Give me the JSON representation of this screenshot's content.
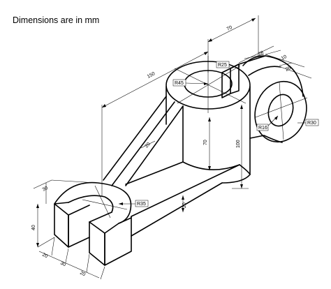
{
  "note": "Dimensions are in mm",
  "dims": {
    "d70_top": "70",
    "d150": "150",
    "d28": "28",
    "d10": "10",
    "d26": "26",
    "r25": "R25",
    "r45": "R45",
    "d70_height": "70",
    "d100": "100",
    "d20_rib": "20",
    "r16": "R16",
    "r30": "R30",
    "d30_top": "30",
    "r35": "R35",
    "d20_arm": "20",
    "d40": "40",
    "d20_a": "20",
    "d30_b": "30",
    "d20_c": "20"
  }
}
